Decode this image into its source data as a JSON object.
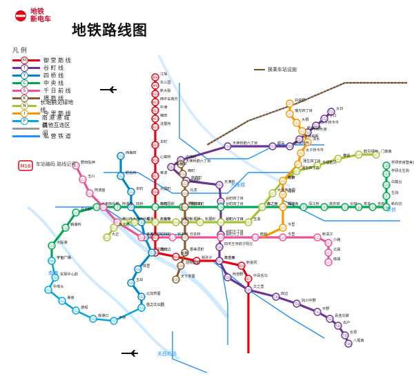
{
  "header": {
    "logo_line1": "地铁",
    "logo_line2": "新电车",
    "title": "地铁路线图"
  },
  "legend": {
    "title": "凡 例",
    "items": [
      {
        "code": "M",
        "name": "御 堂 筋 线",
        "color": "#e60012"
      },
      {
        "code": "T",
        "name": "谷 町 线",
        "color": "#6d3294"
      },
      {
        "code": "Y",
        "name": "四 桥 线",
        "color": "#0085ca"
      },
      {
        "code": "C",
        "name": "中 央 线",
        "color": "#00a650"
      },
      {
        "code": "S",
        "name": "千 日 前 线",
        "color": "#e85298"
      },
      {
        "code": "K",
        "name": "堺 筋 线",
        "color": "#8b5a2b"
      },
      {
        "code": "N",
        "name": "长堀鹤见绿地线",
        "color": "#a5c330"
      },
      {
        "code": "I",
        "name": "今 里 筋 线",
        "color": "#f39800"
      },
      {
        "code": "P",
        "name": "南 港 港 城 线",
        "color": "#00a7db"
      },
      {
        "code": "",
        "name": "其他互连区间",
        "color": "#999999"
      },
      {
        "code": "",
        "name": "私 营 铁 道",
        "color": "#1e90ff"
      }
    ],
    "badge": "M16",
    "badge_note": "车站编码\n路线记号",
    "connector": "换乘车站设施"
  },
  "icons": {
    "airport": "airplane-icon"
  },
  "lines": {
    "midosuji": "#e60012",
    "tanimachi": "#6d3294",
    "yotsubashi": "#0085ca",
    "chuo": "#00a650",
    "sennichimae": "#e85298",
    "sakaisuji": "#8b5a2b",
    "nagahori": "#a5c330",
    "imazatosuji": "#f39800",
    "newtram": "#00a7db",
    "private": "#1e90ff"
  },
  "stations": {
    "midosuji": [
      {
        "code": "M8",
        "name": "江坂"
      },
      {
        "code": "M9",
        "name": "东三国"
      },
      {
        "code": "M10",
        "name": "新大阪"
      },
      {
        "code": "M11",
        "name": "西中岛南方"
      },
      {
        "code": "M12",
        "name": "中津"
      },
      {
        "code": "M13",
        "name": "梅田"
      },
      {
        "code": "M14",
        "name": "淀屋桥"
      },
      {
        "code": "M15",
        "name": "本町"
      },
      {
        "code": "M16",
        "name": "心斋桥"
      },
      {
        "code": "M17",
        "name": "难波"
      },
      {
        "code": "M18",
        "name": "大国町"
      },
      {
        "code": "M19",
        "name": "动物园前"
      },
      {
        "code": "M20",
        "name": "天王寺"
      },
      {
        "code": "M21",
        "name": "昭和町"
      },
      {
        "code": "M22",
        "name": "西田边"
      },
      {
        "code": "M23",
        "name": "长居"
      },
      {
        "code": "M24",
        "name": "我孙子"
      },
      {
        "code": "M25",
        "name": "北花田"
      },
      {
        "code": "M26",
        "name": "新金冈"
      },
      {
        "code": "M27",
        "name": "中百舌鸟"
      }
    ],
    "tanimachi": [
      {
        "code": "T11",
        "name": "大日"
      },
      {
        "code": "T12",
        "name": "守口"
      },
      {
        "code": "T13",
        "name": "太子桥今市"
      },
      {
        "code": "T14",
        "name": "千林大宫"
      },
      {
        "code": "T15",
        "name": "关目高殿"
      },
      {
        "code": "T16",
        "name": "野江内代"
      },
      {
        "code": "T17",
        "name": "都岛"
      },
      {
        "code": "T18",
        "name": "天神桥筋六丁目"
      },
      {
        "code": "T19",
        "name": "中崎町"
      },
      {
        "code": "T20",
        "name": "东梅田"
      },
      {
        "code": "T21",
        "name": "南森町"
      },
      {
        "code": "T22",
        "name": "天满桥"
      },
      {
        "code": "T23",
        "name": "谷町四丁目"
      },
      {
        "code": "T24",
        "name": "谷町六丁目"
      },
      {
        "code": "T25",
        "name": "谷町九丁目"
      },
      {
        "code": "T26",
        "name": "四天王寺前夕阳丘"
      },
      {
        "code": "T27",
        "name": "天王寺"
      },
      {
        "code": "T28",
        "name": "阿倍野"
      },
      {
        "code": "T29",
        "name": "文之里"
      },
      {
        "code": "T30",
        "name": "田边"
      },
      {
        "code": "T31",
        "name": "驹川中野"
      },
      {
        "code": "T32",
        "name": "平野"
      },
      {
        "code": "T33",
        "name": "喜连瓜破"
      },
      {
        "code": "T34",
        "name": "出户"
      },
      {
        "code": "T35",
        "name": "长原"
      },
      {
        "code": "T36",
        "name": "八尾南"
      }
    ],
    "yotsubashi": [
      {
        "code": "Y11",
        "name": "西梅田"
      },
      {
        "code": "Y12",
        "name": "肥后桥"
      },
      {
        "code": "Y13",
        "name": "本町"
      },
      {
        "code": "Y14",
        "name": "四桥"
      },
      {
        "code": "Y15",
        "name": "难波"
      },
      {
        "code": "Y16",
        "name": "大国町"
      },
      {
        "code": "Y17",
        "name": "花园町"
      },
      {
        "code": "Y18",
        "name": "岸里"
      },
      {
        "code": "Y19",
        "name": "玉出"
      },
      {
        "code": "Y20",
        "name": "北加贺屋"
      },
      {
        "code": "Y21",
        "name": "住之江公园"
      }
    ],
    "chuo": [
      {
        "code": "C10",
        "name": "宇宙广场"
      },
      {
        "code": "C11",
        "name": "大阪港"
      },
      {
        "code": "C12",
        "name": "朝潮桥"
      },
      {
        "code": "C13",
        "name": "弁天町"
      },
      {
        "code": "C14",
        "name": "九条"
      },
      {
        "code": "C15",
        "name": "阿波座"
      },
      {
        "code": "C16",
        "name": "本町"
      },
      {
        "code": "C17",
        "name": "堺筋本町"
      },
      {
        "code": "C18",
        "name": "谷町四丁目"
      },
      {
        "code": "C19",
        "name": "森之宫"
      },
      {
        "code": "C20",
        "name": "绿桥"
      },
      {
        "code": "C21",
        "name": "深江桥"
      },
      {
        "code": "C22",
        "name": "高井田"
      },
      {
        "code": "C23",
        "name": "长田"
      },
      {
        "code": "C24",
        "name": "荒本"
      },
      {
        "code": "C25",
        "name": "吉田"
      },
      {
        "code": "C26",
        "name": "新石切"
      },
      {
        "code": "C27",
        "name": "生驹"
      },
      {
        "code": "C28",
        "name": "白庭台"
      },
      {
        "code": "C29",
        "name": "学研北生驹"
      },
      {
        "code": "C30",
        "name": "学研奈良登美丘"
      }
    ],
    "sennichimae": [
      {
        "code": "S11",
        "name": "野田阪神"
      },
      {
        "code": "S12",
        "name": "玉川"
      },
      {
        "code": "S13",
        "name": "阿波座"
      },
      {
        "code": "S14",
        "name": "西长堀"
      },
      {
        "code": "S15",
        "name": "樱川"
      },
      {
        "code": "S16",
        "name": "难波"
      },
      {
        "code": "S17",
        "name": "日本桥"
      },
      {
        "code": "S18",
        "name": "谷町九丁目"
      },
      {
        "code": "S19",
        "name": "鹤桥"
      },
      {
        "code": "S20",
        "name": "今里"
      },
      {
        "code": "S21",
        "name": "新深江"
      },
      {
        "code": "S22",
        "name": "小路"
      },
      {
        "code": "S23",
        "name": "北巽"
      },
      {
        "code": "S24",
        "name": "南巽"
      }
    ],
    "sakaisuji": [
      {
        "code": "K11",
        "name": "天神桥筋六丁目"
      },
      {
        "code": "K12",
        "name": "扇町"
      },
      {
        "code": "K13",
        "name": "南森町"
      },
      {
        "code": "K14",
        "name": "北滨"
      },
      {
        "code": "K15",
        "name": "堺筋本町"
      },
      {
        "code": "K16",
        "name": "长堀桥"
      },
      {
        "code": "K17",
        "name": "日本桥"
      },
      {
        "code": "K18",
        "name": "惠美须町"
      },
      {
        "code": "K19",
        "name": "动物园前"
      },
      {
        "code": "K20",
        "name": "天下茶屋"
      }
    ],
    "nagahori": [
      {
        "code": "N11",
        "name": "大正"
      },
      {
        "code": "N12",
        "name": "多犬道"
      },
      {
        "code": "N13",
        "name": "西大桥"
      },
      {
        "code": "N14",
        "name": "西长堀"
      },
      {
        "code": "N15",
        "name": "心斋桥"
      },
      {
        "code": "N16",
        "name": "长堀桥"
      },
      {
        "code": "N17",
        "name": "松屋町"
      },
      {
        "code": "N18",
        "name": "谷町六丁目"
      },
      {
        "code": "N19",
        "name": "玉造"
      },
      {
        "code": "N20",
        "name": "森之宫"
      },
      {
        "code": "N21",
        "name": "大阪商务园"
      },
      {
        "code": "N22",
        "name": "京桥"
      },
      {
        "code": "N23",
        "name": "蒲生四丁目"
      },
      {
        "code": "N24",
        "name": "今福鹤见"
      },
      {
        "code": "N25",
        "name": "横堤"
      },
      {
        "code": "N26",
        "name": "鹤见绿地"
      },
      {
        "code": "N27",
        "name": "门真南"
      }
    ],
    "imazatosuji": [
      {
        "code": "I11",
        "name": "井高野"
      },
      {
        "code": "I12",
        "name": "瑞光四丁目"
      },
      {
        "code": "I13",
        "name": "大桐"
      },
      {
        "code": "I14",
        "name": "新森古市"
      },
      {
        "code": "I15",
        "name": "清水"
      },
      {
        "code": "I16",
        "name": "太子桥今市"
      },
      {
        "code": "I17",
        "name": "蒲生四丁目"
      },
      {
        "code": "I18",
        "name": "鸭野"
      },
      {
        "code": "I19",
        "name": "绿桥"
      },
      {
        "code": "I20",
        "name": "深江南"
      },
      {
        "code": "I21",
        "name": "今里"
      }
    ],
    "newtram": [
      {
        "code": "P09",
        "name": "宇宙广场"
      },
      {
        "code": "P10",
        "name": "贸易中心前"
      },
      {
        "code": "P11",
        "name": "中埠头"
      },
      {
        "code": "P12",
        "name": "港城"
      },
      {
        "code": "P13",
        "name": "渡船"
      },
      {
        "code": "P14",
        "name": "南港口"
      },
      {
        "code": "P15",
        "name": "平林"
      },
      {
        "code": "P16",
        "name": "住之江公园"
      }
    ]
  },
  "annotations": {
    "kansai_airport": "关西机场",
    "nanko": "南港",
    "osaka_castle": "大阪城",
    "nara": "奈良"
  }
}
